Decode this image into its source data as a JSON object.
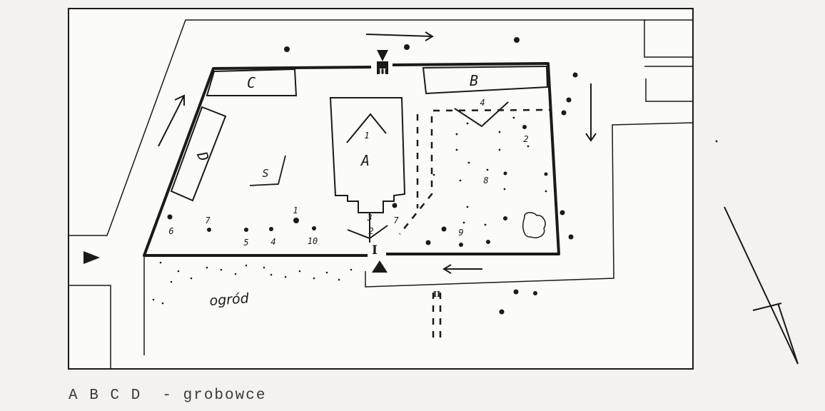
{
  "building_labels": {
    "a": "A",
    "b": "B",
    "c": "C",
    "d": "D",
    "s": "S"
  },
  "number_labels": {
    "n1_church": "1",
    "n2": "2",
    "n3_entrance": "3",
    "n2_entrance": "2",
    "n4_top": "4",
    "n4_bottom": "4",
    "n5": "5",
    "n6": "6",
    "n7": "7",
    "n7_left": "7",
    "n8": "8",
    "n9": "9",
    "n10": "10",
    "n1_bottom": "1"
  },
  "gate_labels": {
    "main_gate": "I",
    "top_gate": "II",
    "path_marker": "II"
  },
  "garden_label": "ogród",
  "caption": {
    "text": "A B C D  - grobowce"
  },
  "colors": {
    "ink": "#1a1a1a",
    "paper": "#f3f2ee",
    "drawing_bg": "#fbfbf9",
    "caption_ink": "#3a3a3a"
  },
  "icons": {
    "arrow_left_triangle": "play-icon",
    "gate_triangle": "triangle-icon",
    "north_pointer": "north-arrow-icon"
  }
}
